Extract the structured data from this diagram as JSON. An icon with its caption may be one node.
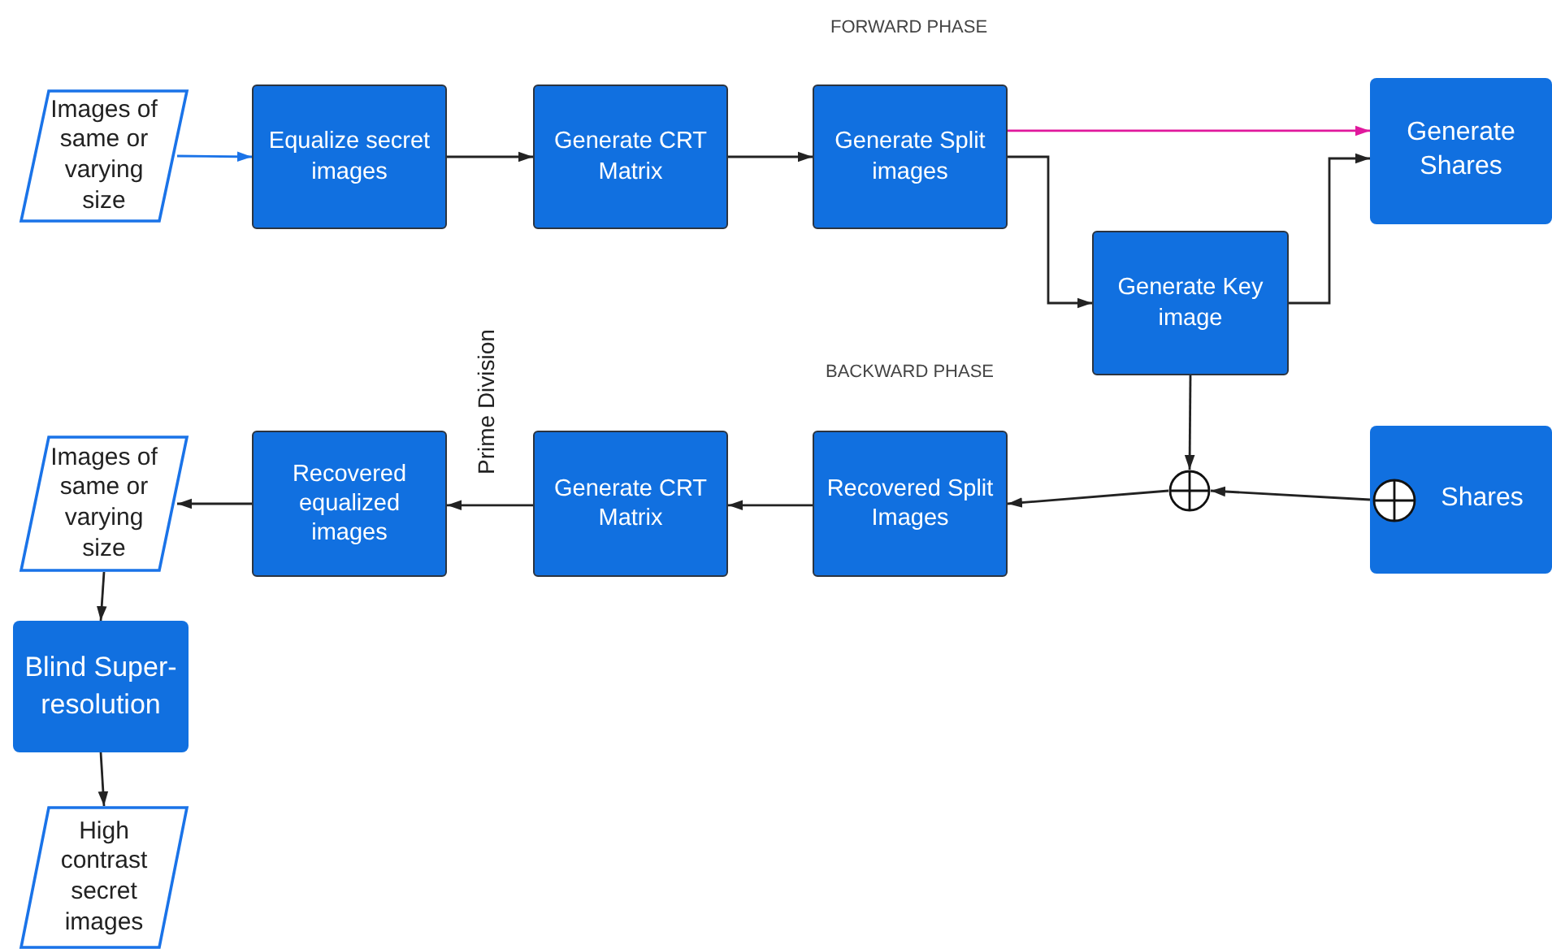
{
  "diagram": {
    "nodes": [
      {
        "text": [
          "Images of same or varying size"
        ]
      },
      {
        "text": [
          "Equalize secret images"
        ]
      },
      {
        "text": [
          "Generate CRT Matrix"
        ]
      },
      {
        "text": [
          "Generate Split images"
        ]
      },
      {
        "text": [
          "Generate Shares"
        ]
      },
      {
        "text": [
          "Generate Key image"
        ]
      },
      {
        "text": [],
        "shape": "circle"
      },
      {
        "text": [
          "Shares"
        ]
      },
      {
        "text": [
          "Recovered Split Images"
        ]
      },
      {
        "text": [
          "Generate CRT Matrix"
        ]
      },
      {
        "text": [
          "Recovered equalized images"
        ]
      },
      {
        "text": [
          "Images of same or varying size"
        ]
      },
      {
        "text": [
          "Blind Super-resolution"
        ]
      },
      {
        "text": [
          "High contrast secret images"
        ]
      }
    ],
    "edges": [
      {
        "from": 0,
        "to": 1,
        "arrow": "to",
        "color": "#1a73e8"
      },
      {
        "from": 1,
        "to": 2,
        "arrow": "to"
      },
      {
        "from": 2,
        "to": 3,
        "arrow": "to"
      },
      {
        "from": 3,
        "to": 4,
        "arrow": "to",
        "color": "#e0189c"
      },
      {
        "from": 3,
        "to": 5,
        "arrow": "to"
      },
      {
        "from": 5,
        "to": 4,
        "arrow": "to"
      },
      {
        "from": 5,
        "to": 6,
        "arrow": "to"
      },
      {
        "from": 7,
        "to": 6,
        "arrow": "to"
      },
      {
        "from": 6,
        "to": 8,
        "arrow": "to"
      },
      {
        "from": 8,
        "to": 9,
        "arrow": "to"
      },
      {
        "from": 9,
        "to": 10,
        "arrow": "to"
      },
      {
        "from": 10,
        "to": 11,
        "arrow": "to"
      },
      {
        "from": 11,
        "to": 12,
        "arrow": "to"
      },
      {
        "from": 12,
        "to": 13,
        "arrow": "to"
      }
    ],
    "labels": [
      "FORWARD PHASE",
      "BACKWARD PHASE",
      "Prime Division"
    ]
  }
}
